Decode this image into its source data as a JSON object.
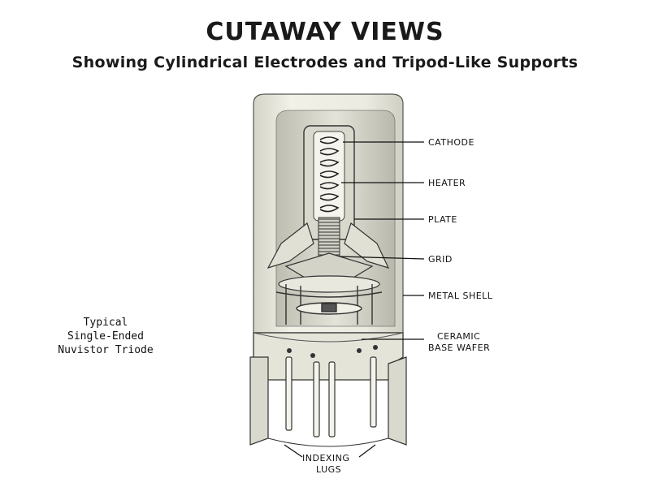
{
  "title": "CUTAWAY VIEWS",
  "subtitle": "Showing Cylindrical Electrodes and Tripod-Like Supports",
  "caption": [
    "Typical",
    "Single-Ended",
    "Nuvistor Triode"
  ],
  "labels": {
    "cathode": "CATHODE",
    "heater": "HEATER",
    "plate": "PLATE",
    "grid": "GRID",
    "metal_shell": "METAL SHELL",
    "ceramic_line1": "CERAMIC",
    "ceramic_line2": "BASE WAFER",
    "indexing_line1": "INDEXING",
    "indexing_line2": "LUGS"
  },
  "colors": {
    "shell": "#e9e9df",
    "ink": "#1a1a1a",
    "shade": "#c9c9bd"
  }
}
